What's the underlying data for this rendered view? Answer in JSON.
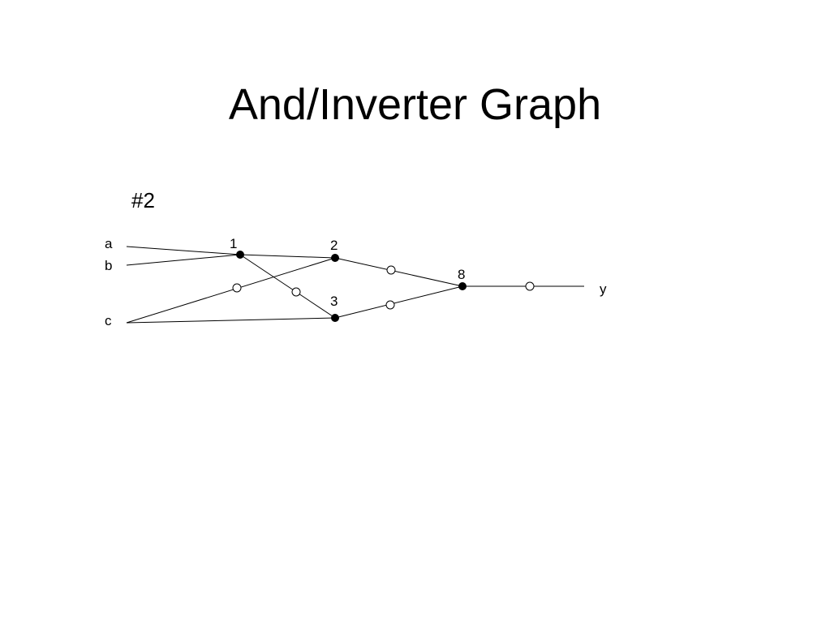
{
  "slide": {
    "title": "And/Inverter Graph"
  },
  "diagram": {
    "tag": "#2",
    "inputs": {
      "a": "a",
      "b": "b",
      "c": "c"
    },
    "output": "y",
    "nodes": {
      "n1": "1",
      "n2": "2",
      "n3": "3",
      "n8": "8"
    }
  }
}
